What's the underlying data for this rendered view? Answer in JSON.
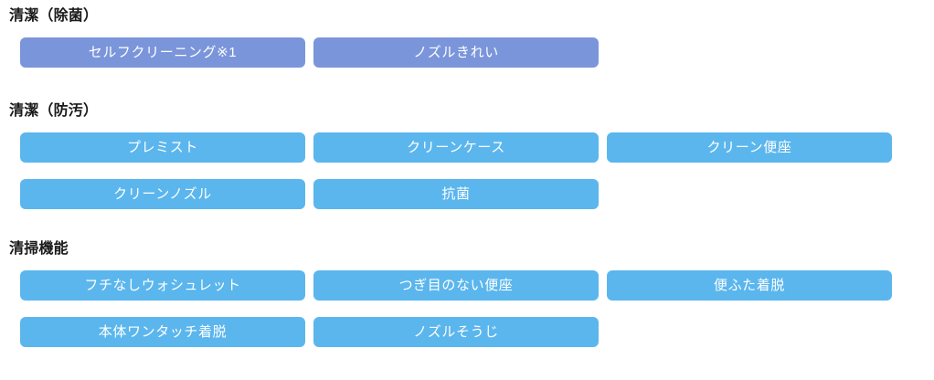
{
  "colors": {
    "purple": "#7b95db",
    "blue": "#5bb6ed",
    "heading_text": "#1a1a1a",
    "tag_text": "#ffffff",
    "background": "#ffffff"
  },
  "sections": [
    {
      "heading": "清潔（除菌）",
      "color": "purple",
      "rows": [
        [
          {
            "label": "セルフクリーニング※1"
          },
          {
            "label": "ノズルきれい"
          }
        ]
      ]
    },
    {
      "heading": "清潔（防汚）",
      "color": "blue",
      "rows": [
        [
          {
            "label": "プレミスト"
          },
          {
            "label": "クリーンケース"
          },
          {
            "label": "クリーン便座"
          }
        ],
        [
          {
            "label": "クリーンノズル"
          },
          {
            "label": "抗菌"
          }
        ]
      ]
    },
    {
      "heading": "清掃機能",
      "color": "blue",
      "rows": [
        [
          {
            "label": "フチなしウォシュレット"
          },
          {
            "label": "つぎ目のない便座"
          },
          {
            "label": "便ふた着脱"
          }
        ],
        [
          {
            "label": "本体ワンタッチ着脱"
          },
          {
            "label": "ノズルそうじ"
          }
        ]
      ]
    }
  ]
}
